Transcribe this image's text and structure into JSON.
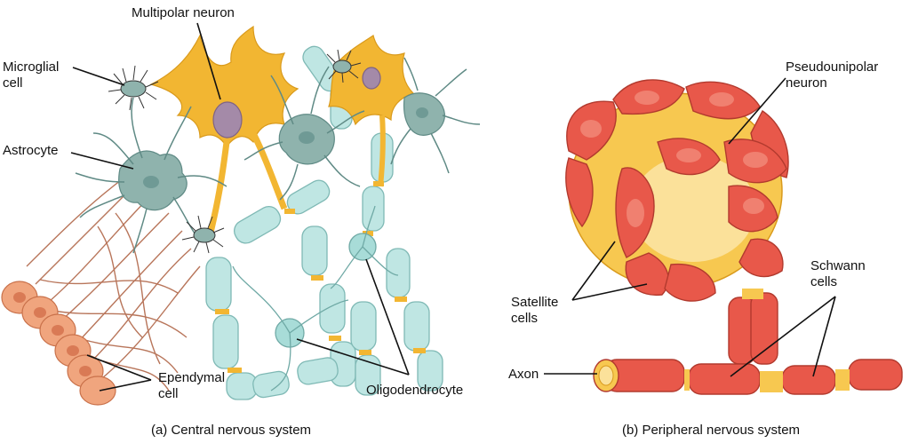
{
  "panel_a": {
    "caption": "(a) Central nervous system",
    "labels": {
      "multipolar_neuron": "Multipolar neuron",
      "microglial_cell_line1": "Microglial",
      "microglial_cell_line2": "cell",
      "astrocyte": "Astrocyte",
      "ependymal_cell_line1": "Ependymal",
      "ependymal_cell_line2": "cell",
      "oligodendrocyte": "Oligodendrocyte"
    }
  },
  "panel_b": {
    "caption": "(b) Peripheral nervous system",
    "labels": {
      "pseudounipolar_neuron_line1": "Pseudounipolar",
      "pseudounipolar_neuron_line2": "neuron",
      "satellite_cells_line1": "Satellite",
      "satellite_cells_line2": "cells",
      "schwann_cells_line1": "Schwann",
      "schwann_cells_line2": "cells",
      "axon": "Axon"
    }
  },
  "colors": {
    "neuron": "#f2b632",
    "astrocyte": "#8fb3ad",
    "myelin": "#bfe6e3",
    "ependymal": "#f0a57e",
    "satellite": "#e8584a",
    "schwann": "#e8584a",
    "microglia": "#333333",
    "nucleus": "#a48aa8"
  }
}
